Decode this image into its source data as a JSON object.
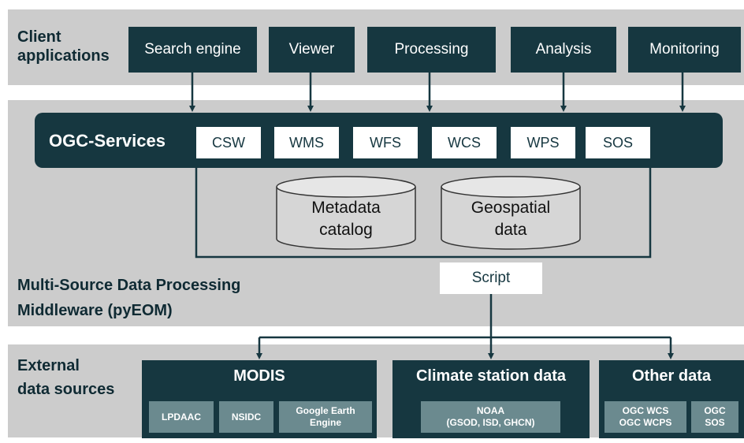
{
  "client": {
    "label_line1": "Client",
    "label_line2": "applications",
    "apps": [
      "Search engine",
      "Viewer",
      "Processing",
      "Analysis",
      "Monitoring"
    ]
  },
  "ogc": {
    "title": "OGC-Services",
    "services": [
      "CSW",
      "WMS",
      "WFS",
      "WCS",
      "WPS",
      "SOS"
    ]
  },
  "middleware": {
    "label_line1": "Multi-Source Data Processing",
    "label_line2": "Middleware (pyEOM)",
    "metadata_line1": "Metadata",
    "metadata_line2": "catalog",
    "geo_line1": "Geospatial",
    "geo_line2": "data",
    "script": "Script"
  },
  "external": {
    "label_line1": "External",
    "label_line2": "data sources",
    "modis": {
      "title": "MODIS",
      "items": [
        "LPDAAC",
        "NSIDC"
      ],
      "gee_line1": "Google Earth",
      "gee_line2": "Engine"
    },
    "climate": {
      "title": "Climate station data",
      "noaa_line1": "NOAA",
      "noaa_line2": "(GSOD, ISD, GHCN)"
    },
    "other": {
      "title": "Other data",
      "wcs_line1": "OGC WCS",
      "wcs_line2": "OGC WCPS",
      "sos_line1": "OGC",
      "sos_line2": "SOS"
    }
  },
  "colors": {
    "dark": "#163740",
    "band": "#cccccc",
    "sub_box": "#6b8a8f"
  }
}
